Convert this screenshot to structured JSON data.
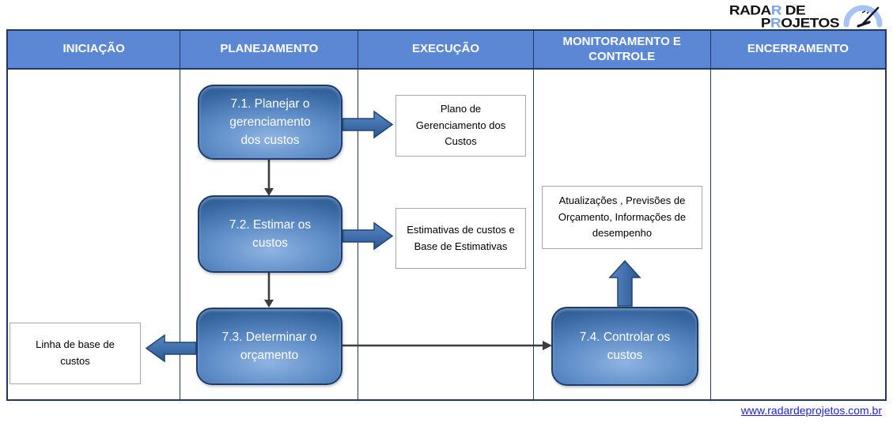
{
  "logo": {
    "line1_prefix": "RADA",
    "line1_accent": "R",
    "line1_suffix": " DE",
    "line2_prefix": "P",
    "line2_accent": "R",
    "line2_suffix": "OJETOS",
    "gauge_icon": "speedometer-gauge"
  },
  "lanes": {
    "columns": [
      {
        "label": "INICIAÇÃO"
      },
      {
        "label": "PLANEJAMENTO"
      },
      {
        "label": "EXECUÇÃO"
      },
      {
        "label": "MONITORAMENTO E CONTROLE"
      },
      {
        "label": "ENCERRAMENTO"
      }
    ]
  },
  "diagram": {
    "process_boxes": [
      {
        "label": "7.1. Planejar o gerenciamento dos custos"
      },
      {
        "label": "7.2. Estimar os custos"
      },
      {
        "label": "7.3. Determinar o orçamento"
      },
      {
        "label": "7.4. Controlar os custos"
      }
    ],
    "artifact_boxes": [
      {
        "label": "Plano de Gerenciamento dos Custos"
      },
      {
        "label": "Estimativas de custos e Base de Estimativas"
      },
      {
        "label": "Atualizações ,  Previsões de Orçamento, Informações de desempenho"
      },
      {
        "label": "Linha de base de custos"
      }
    ]
  },
  "footer": {
    "link_text": "www.radardeprojetos.com.br"
  },
  "colors": {
    "header_bg": "#5b87d5",
    "border_navy": "#1f3864",
    "process_box_border": "#1c3c6e",
    "thick_arrow_blue": "#2f5f9e",
    "thin_arrow_gray": "#3d3d3d",
    "artifact_border_gray": "#a8a8a8",
    "link_blue": "#2222cf",
    "logo_accent_blue": "#7da4ee"
  }
}
